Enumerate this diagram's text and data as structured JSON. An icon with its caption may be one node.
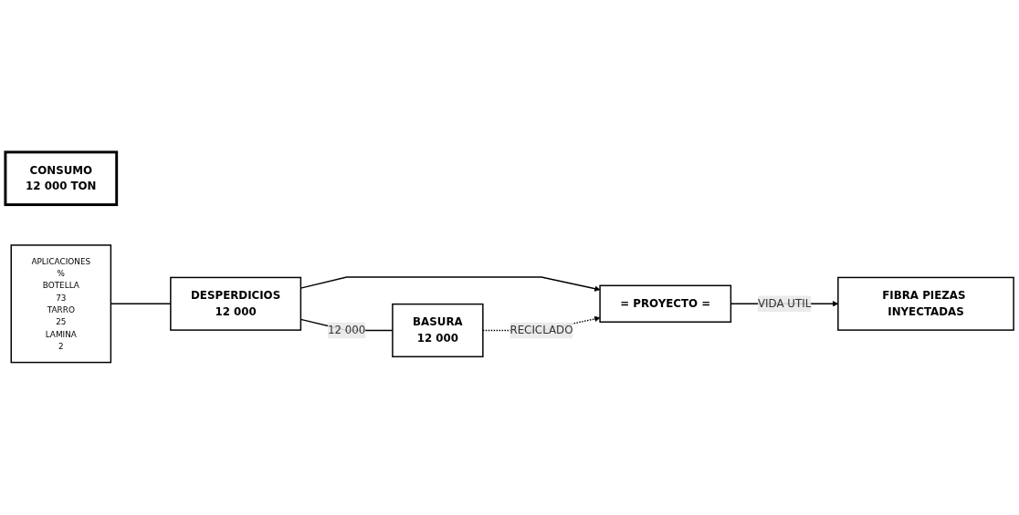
{
  "diagram": {
    "nodes": [
      {
        "text": [
          "CONSUMO",
          "12 000 TON"
        ]
      },
      {
        "text": [
          "APLICACIONES",
          "%",
          "BOTELLA",
          "73",
          "TARRO",
          "25",
          "LAMINA",
          "2"
        ]
      },
      {
        "text": [
          "DESPERDICIOS",
          "12 000"
        ]
      },
      {
        "text": [
          "BASURA",
          "12 000"
        ]
      },
      {
        "text": [
          "= PROYECTO ="
        ]
      },
      {
        "text": [
          "FIBRA PIEZAS INYECTADAS"
        ]
      }
    ],
    "edges": [
      {
        "from": 1,
        "to": 2,
        "arrow": "none"
      },
      {
        "from": 2,
        "to": 3,
        "arrow": "none",
        "label": "12 000"
      },
      {
        "from": 2,
        "to": 4,
        "arrow": "to"
      },
      {
        "from": 3,
        "to": 4,
        "arrow": "to",
        "label": "RECICLADO",
        "style": "dashed"
      },
      {
        "from": 4,
        "to": 5,
        "arrow": "to",
        "label": "VIDA UTIL"
      }
    ]
  }
}
